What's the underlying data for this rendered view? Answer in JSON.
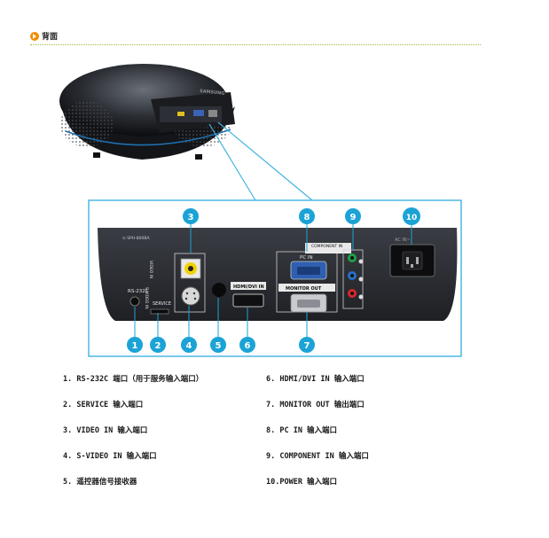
{
  "section": {
    "title": "背面",
    "icon": "orange-arrow-bullet-icon"
  },
  "figure": {
    "brand": "SAMSUNG",
    "labels": {
      "rs232c": "RS-232C",
      "service": "SERVICE",
      "video_in": "VIDEO IN",
      "svideo_in": "S-VIDEO IN",
      "component_in": "COMPONENT IN",
      "pc_in": "PC IN",
      "hdmi_dvi_in": "HDMI/DVI IN",
      "monitor_out": "MONITOR OUT",
      "ac_in": "AC IN~"
    },
    "callouts": [
      "1",
      "2",
      "3",
      "4",
      "5",
      "6",
      "7",
      "8",
      "9",
      "10"
    ]
  },
  "legend": {
    "left": [
      "1. RS-232C 端口（用于服务输入端口）",
      "2. SERVICE 输入端口",
      "3. VIDEO IN 输入端口",
      "4. S-VIDEO IN 输入端口",
      "5. 遥控器信号接收器"
    ],
    "right": [
      "6. HDMI/DVI IN 输入端口",
      "7. MONITOR OUT 输出端口",
      "8. PC IN 输入端口",
      "9. COMPONENT IN 输入端口",
      "10.POWER 输入端口"
    ]
  },
  "colors": {
    "callout": "#1ba3d6",
    "frame": "#3fb3e0",
    "panel": "#2a2c31",
    "bullet": "#f08c00",
    "rule": "#9bbf3c"
  }
}
